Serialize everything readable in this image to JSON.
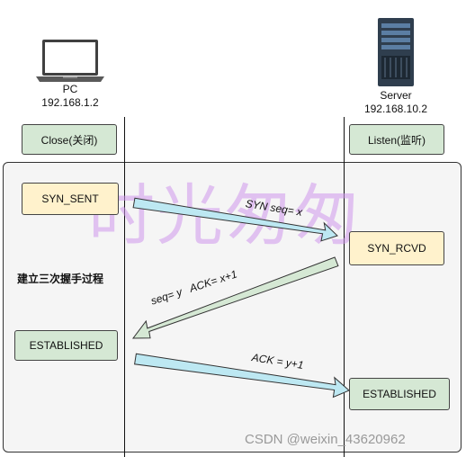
{
  "client": {
    "icon": "laptop-icon",
    "name": "PC",
    "ip": "192.168.1.2",
    "initial_state": "Close(关闭)",
    "sent_state": "SYN_SENT",
    "final_state": "ESTABLISHED"
  },
  "server": {
    "icon": "server-icon",
    "name": "Server",
    "ip": "192.168.10.2",
    "initial_state": "Listen(监听)",
    "recv_state": "SYN_RCVD",
    "final_state": "ESTABLISHED"
  },
  "panel_title": "建立三次握手过程",
  "messages": [
    {
      "label": "SYN seq= x",
      "direction": "client-to-server",
      "color": "#bde8f2"
    },
    {
      "label": "seq= y   ACK= x+1",
      "direction": "server-to-client",
      "color": "#d5e8d4"
    },
    {
      "label": "ACK = y+1",
      "direction": "client-to-server",
      "color": "#bde8f2"
    }
  ],
  "watermark": "时光匆匆",
  "credit": "CSDN @weixin_43620962",
  "colors": {
    "green_box": "#d5e8d4",
    "yellow_box": "#fff2cc",
    "panel": "#f5f5f5",
    "blue_arrow": "#bde8f2",
    "green_arrow": "#d5e8d4"
  }
}
